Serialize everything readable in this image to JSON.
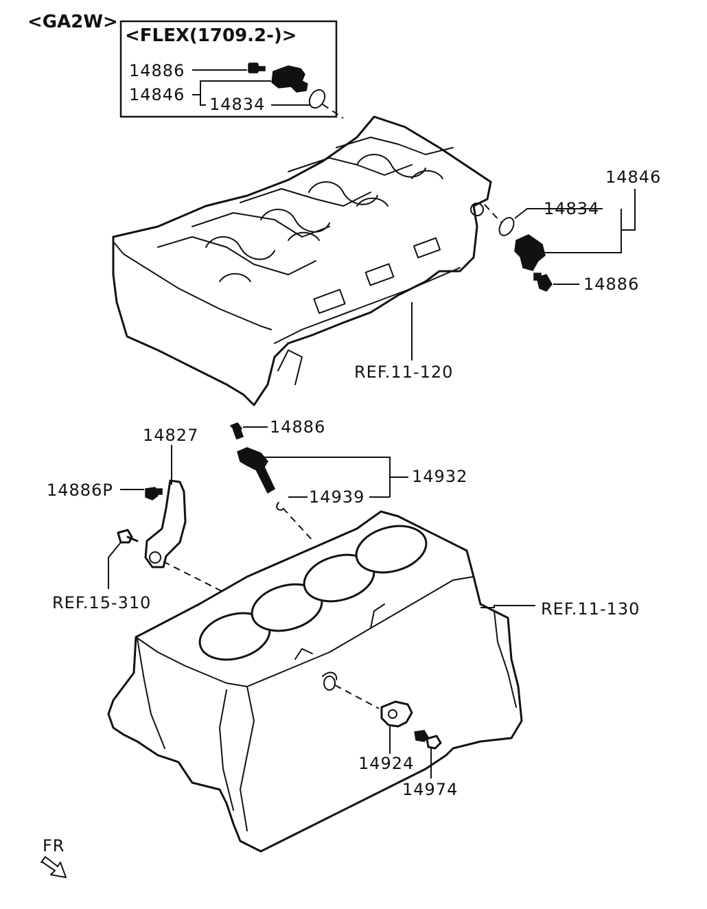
{
  "labels": {
    "model": "<GA2W>",
    "flex": "<FLEX(1709.2-)>",
    "box_14886": "14886",
    "box_14846": "14846",
    "box_14834": "14834",
    "right_14846": "14846",
    "right_14834": "14834",
    "right_14886": "14886",
    "ref_11_120": "REF.11-120",
    "mid_14886": "14886",
    "lbl_14827": "14827",
    "lbl_14932": "14932",
    "lbl_14886P": "14886P",
    "lbl_14939": "14939",
    "ref_15_310": "REF.15-310",
    "ref_11_130": "REF.11-130",
    "lbl_14924": "14924",
    "lbl_14974": "14974",
    "fr": "FR"
  }
}
